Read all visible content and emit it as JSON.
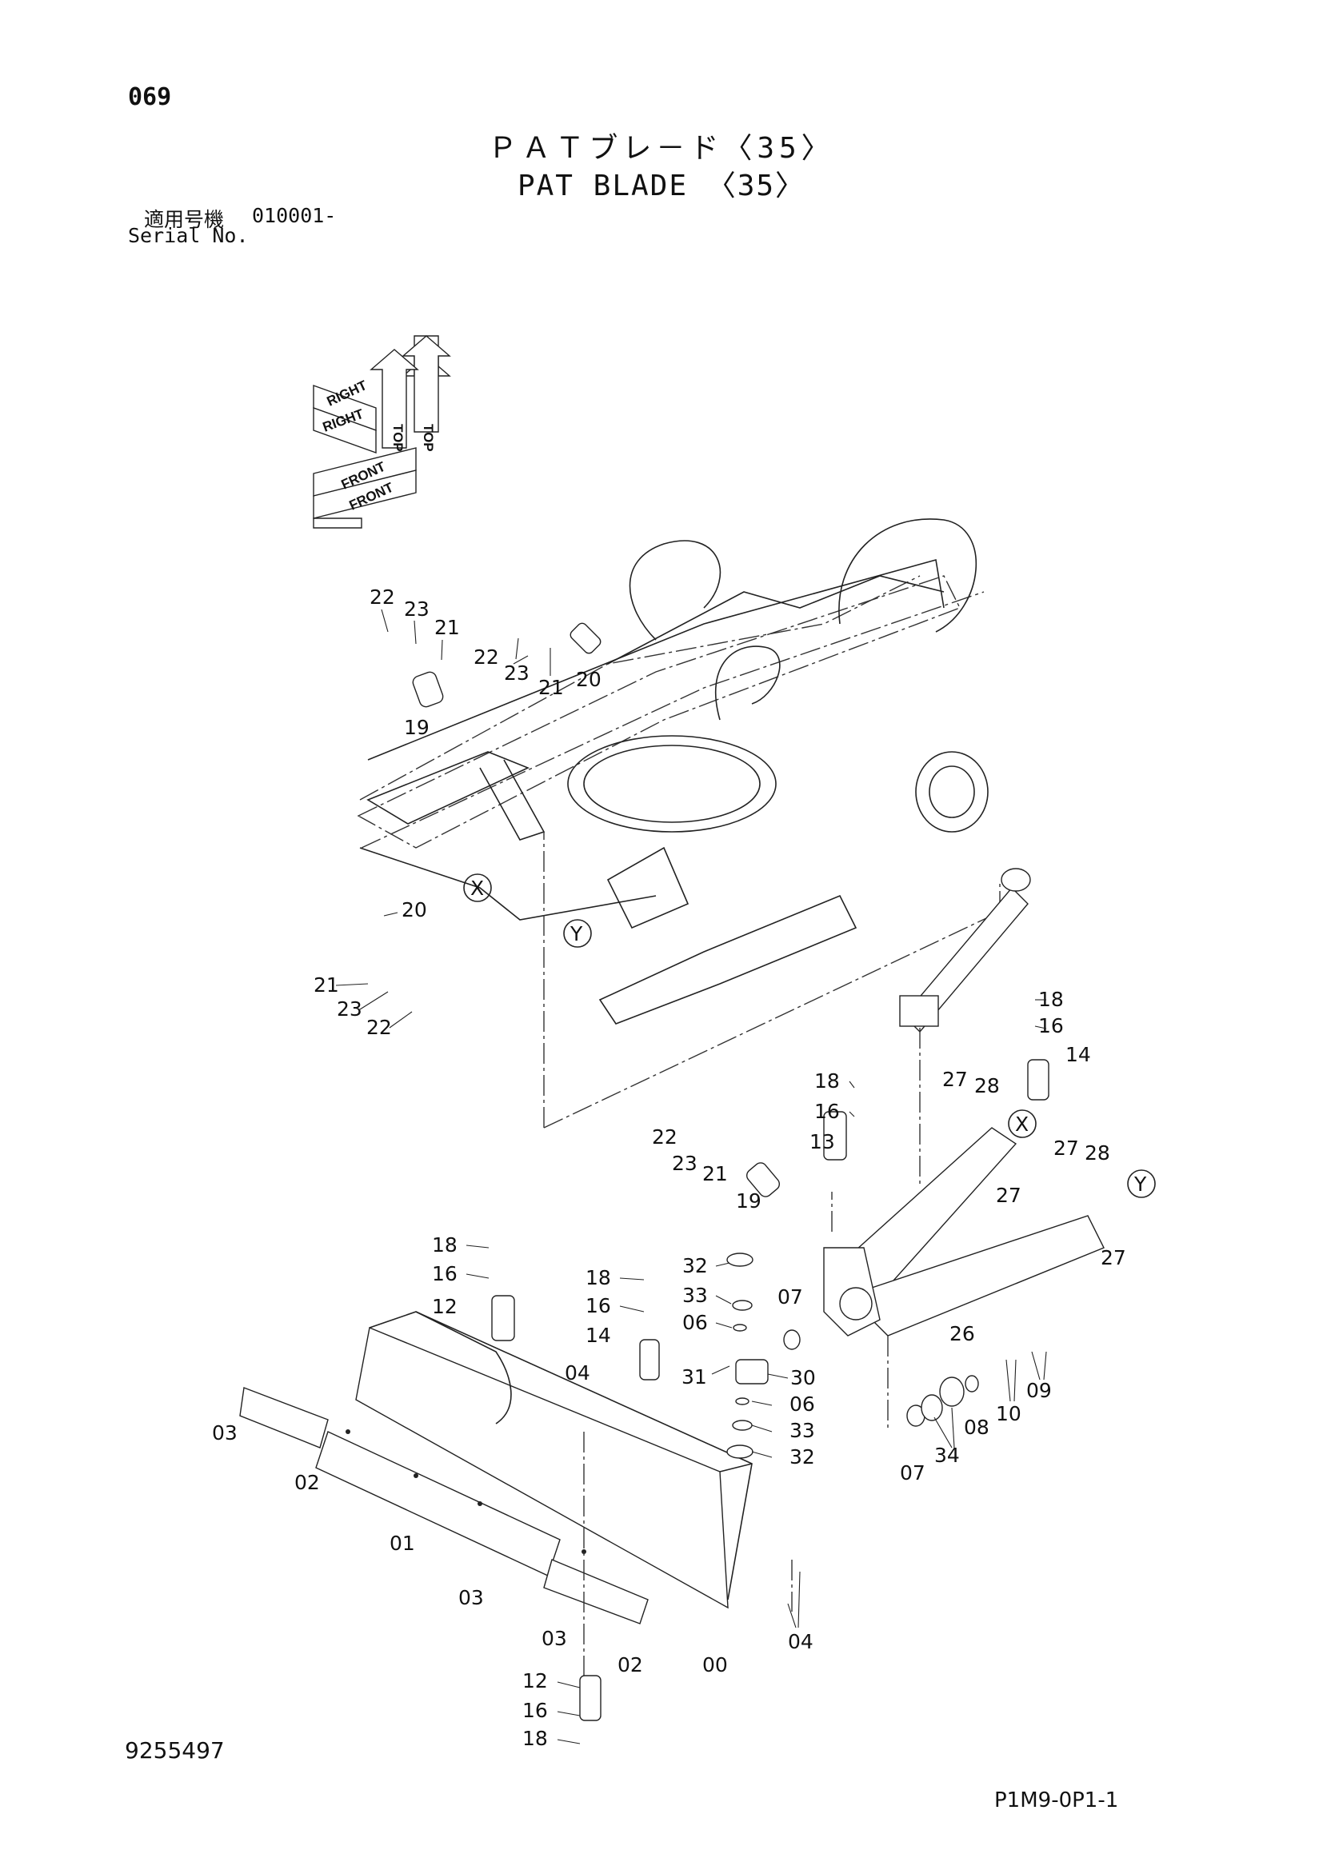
{
  "header": {
    "page_number": "069",
    "title_jp": "ＰＡＴブレ－ド〈35〉",
    "title_en": "PAT BLADE 〈35〉",
    "serial_label_jp": "適用号機",
    "serial_value": "010001-",
    "serial_label_en": "Serial No."
  },
  "direction_indicator": {
    "top": "TOP",
    "right": "RIGHT",
    "front": "FRONT"
  },
  "callouts": {
    "c00": "00",
    "c01": "01",
    "c02a": "02",
    "c02b": "02",
    "c03a": "03",
    "c03b": "03",
    "c03c": "03",
    "c04a": "04",
    "c04b": "04",
    "c06a": "06",
    "c06b": "06",
    "c07a": "07",
    "c07b": "07",
    "c08": "08",
    "c09": "09",
    "c10": "10",
    "c12a": "12",
    "c12b": "12",
    "c13": "13",
    "c14a": "14",
    "c14b": "14",
    "c16a": "16",
    "c16b": "16",
    "c16c": "16",
    "c16d": "16",
    "c16e": "16",
    "c18a": "18",
    "c18b": "18",
    "c18c": "18",
    "c18d": "18",
    "c18e": "18",
    "c19a": "19",
    "c19b": "19",
    "c20a": "20",
    "c20b": "20",
    "c21a": "21",
    "c21b": "21",
    "c21c": "21",
    "c21d": "21",
    "c22a": "22",
    "c22b": "22",
    "c22c": "22",
    "c22d": "22",
    "c23a": "23",
    "c23b": "23",
    "c23c": "23",
    "c23d": "23",
    "c26": "26",
    "c27a": "27",
    "c27b": "27",
    "c27c": "27",
    "c27d": "27",
    "c28a": "28",
    "c28b": "28",
    "c30": "30",
    "c31": "31",
    "c32a": "32",
    "c32b": "32",
    "c33a": "33",
    "c33b": "33",
    "c34": "34"
  },
  "reference_marks": {
    "x1": "X",
    "y1": "Y",
    "x2": "X",
    "y2": "Y"
  },
  "footer": {
    "doc_number": "9255497",
    "page_code": "P1M9-0P1-1"
  }
}
